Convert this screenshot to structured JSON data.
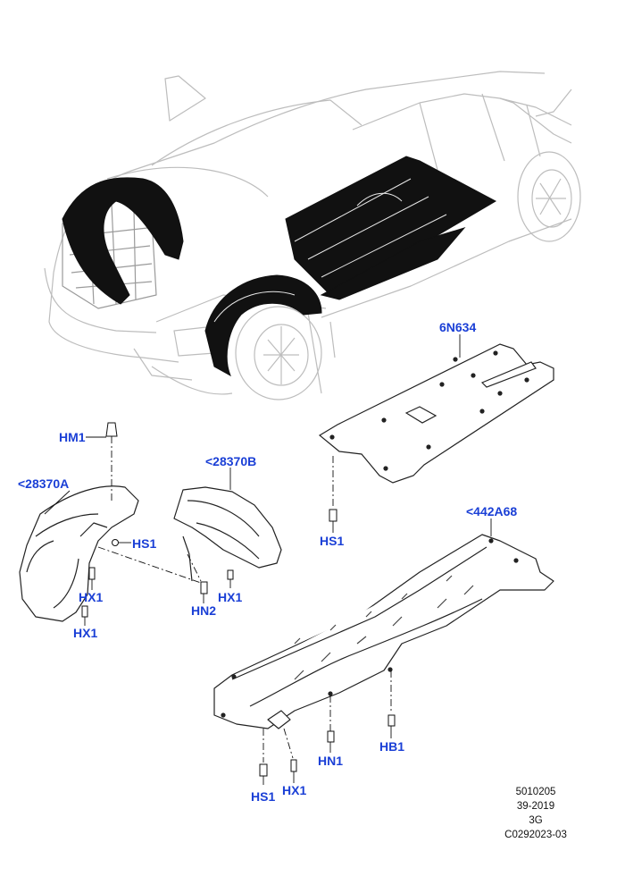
{
  "callouts": {
    "hm1": "HM1",
    "part_28370a": "<28370A",
    "hs1_left": "HS1",
    "hx1_a": "HX1",
    "hx1_b": "HX1",
    "part_28370b": "<28370B",
    "hn2": "HN2",
    "hx1_c": "HX1",
    "part_6n634": "6N634",
    "hs1_mid": "HS1",
    "part_442a68": "<442A68",
    "hb1": "HB1",
    "hn1": "HN1",
    "hs1_bottom": "HS1",
    "hx1_bottom": "HX1"
  },
  "meta": {
    "line1": "5010205",
    "line2": "39-2019",
    "line3": "3G",
    "line4": "C0292023-03"
  },
  "colors": {
    "callout": "#1a3fd6",
    "part_fill": "#111111",
    "outline": "#222222",
    "car_outline": "#bdbdbd"
  }
}
